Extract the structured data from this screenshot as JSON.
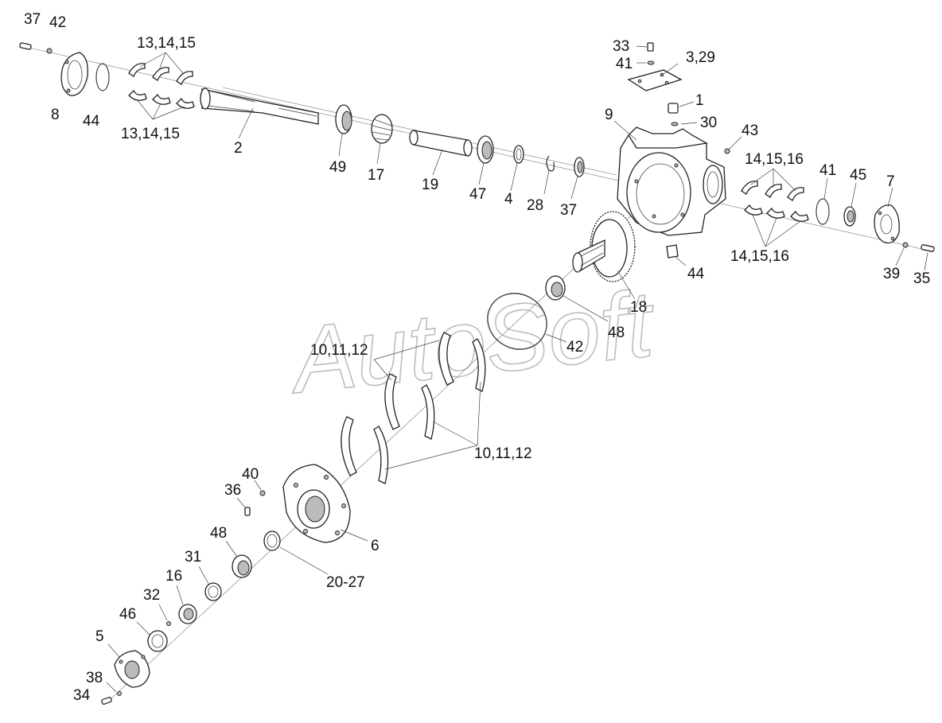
{
  "watermark": "AutoSoft",
  "labels": {
    "l37a": "37",
    "l42a": "42",
    "l8": "8",
    "l44a": "44",
    "l131415a": "13,14,15",
    "l131415b": "13,14,15",
    "l2": "2",
    "l49": "49",
    "l17": "17",
    "l19": "19",
    "l47": "47",
    "l4": "4",
    "l28": "28",
    "l37b": "37",
    "l33": "33",
    "l41a": "41",
    "l329": "3,29",
    "l1": "1",
    "l30": "30",
    "l9": "9",
    "l43": "43",
    "l141516a": "14,15,16",
    "l141516b": "14,15,16",
    "l41b": "41",
    "l45": "45",
    "l7": "7",
    "l39": "39",
    "l35": "35",
    "l44b": "44",
    "l18": "18",
    "l48a": "48",
    "l42b": "42",
    "l101112a": "10,11,12",
    "l101112b": "10,11,12",
    "l40": "40",
    "l36": "36",
    "l6": "6",
    "l2027": "20-27",
    "l48b": "48",
    "l31": "31",
    "l16": "16",
    "l32": "32",
    "l46": "46",
    "l5": "5",
    "l38": "38",
    "l34": "34"
  }
}
